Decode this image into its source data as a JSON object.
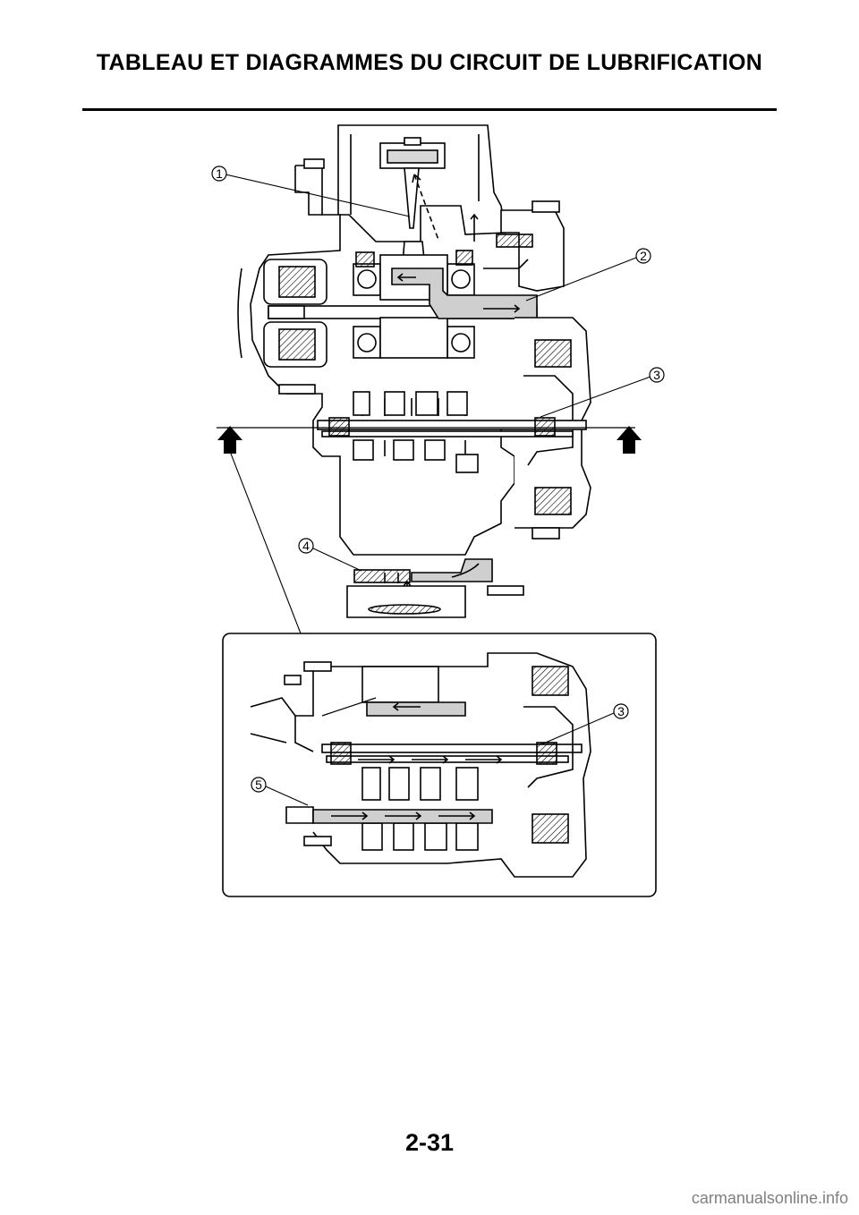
{
  "header": {
    "title": "TABLEAU ET DIAGRAMMES DU CIRCUIT DE LUBRIFICATION"
  },
  "figure": {
    "callouts": [
      "1",
      "2",
      "3",
      "4",
      "3",
      "5"
    ],
    "section_arrow_icon": "up-arrow-icon"
  },
  "footer": {
    "page_number": "2-31",
    "watermark": "carmanualsonline.info"
  }
}
